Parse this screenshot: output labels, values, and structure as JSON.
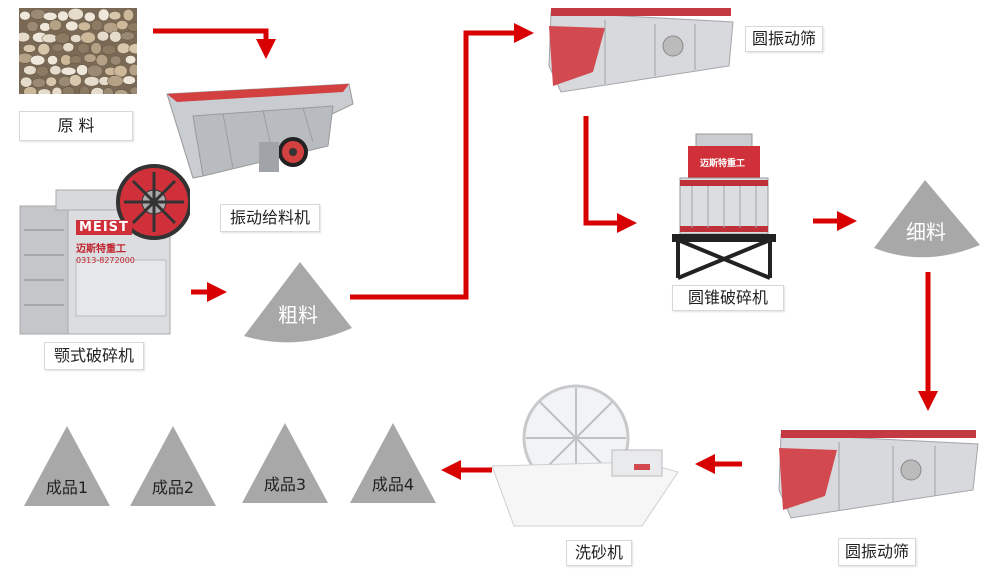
{
  "colors": {
    "arrow": "#d80000",
    "pile": "#a8a8a8",
    "steel": "#c8ccd0",
    "accent": "#d0303a"
  },
  "labels": {
    "raw": "原 料",
    "feeder": "振动给料机",
    "jaw": "颚式破碎机",
    "coarse": "粗料",
    "screen1": "圆振动筛",
    "cone": "圆锥破碎机",
    "fine": "细料",
    "screen2": "圆振动筛",
    "washer": "洗砂机"
  },
  "brand": {
    "name": "MEIST",
    "cn": "迈斯特重工",
    "phone": "0313-8272000"
  },
  "products": [
    "成品1",
    "成品2",
    "成品3",
    "成品4"
  ]
}
